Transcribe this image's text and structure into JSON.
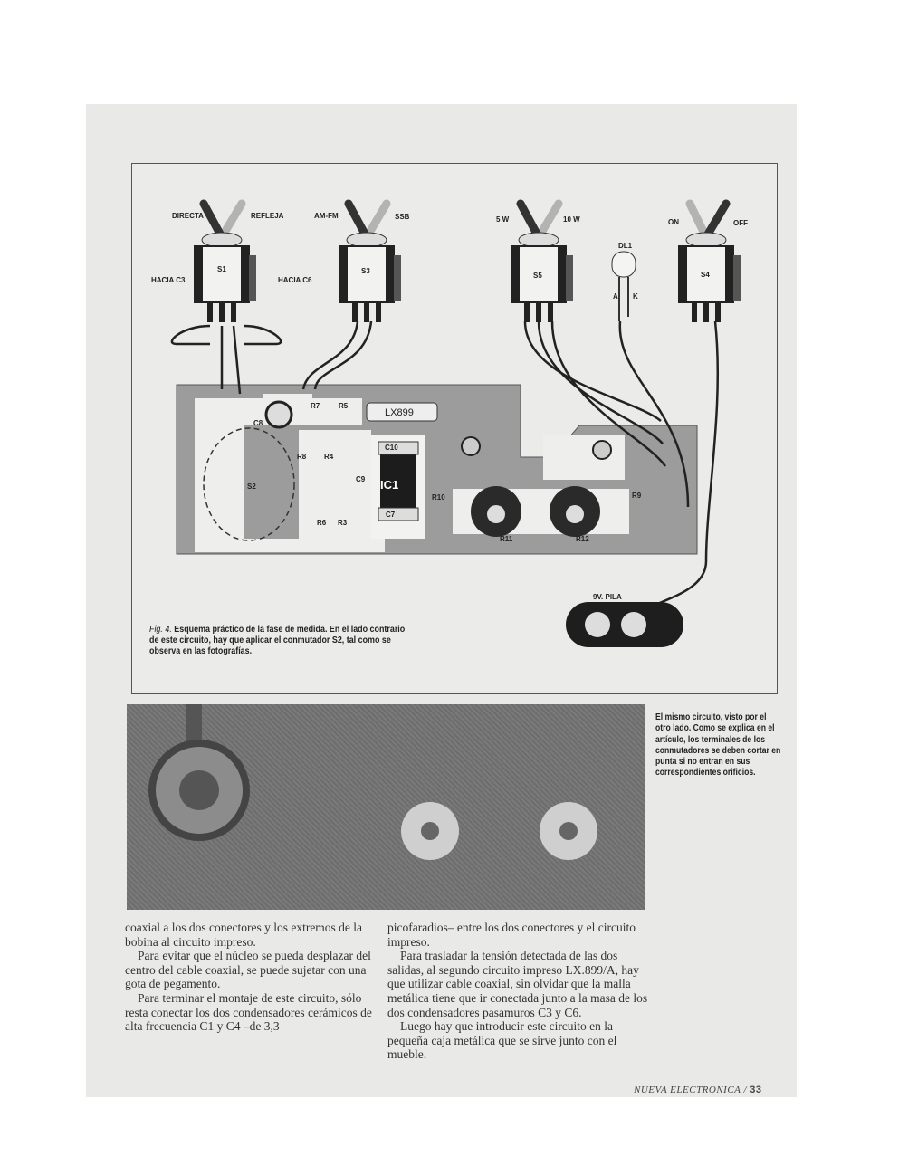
{
  "figure": {
    "labels": {
      "s1_left": "DIRECTA",
      "s1_right": "REFLEJA",
      "s1": "S1",
      "to_c3": "HACIA C3",
      "to_c6": "HACIA C6",
      "s3_left": "AM-FM",
      "s3_right": "SSB",
      "s3": "S3",
      "s5_left": "5 W",
      "s5_right": "10 W",
      "s5": "S5",
      "led": "DL1",
      "led_a": "A",
      "led_k": "K",
      "s4_left": "ON",
      "s4_right": "OFF",
      "s4": "S4",
      "pcb_code": "LX899",
      "c8": "C8",
      "r7": "R7",
      "r5": "R5",
      "r8": "R8",
      "r4": "R4",
      "c10": "C10",
      "ic1": "IC1",
      "c9": "C9",
      "c7": "C7",
      "r10": "R10",
      "r6": "R6",
      "r3": "R3",
      "s2": "S2",
      "r11": "R11",
      "r12": "R12",
      "r9": "R9",
      "battery": "9V. PILA"
    },
    "caption_prefix": "Fig. 4.",
    "caption": "Esquema práctico de la fase de medida. En el lado contrario de este circuito, hay que aplicar el conmutador S2, tal como se observa en las fotografías."
  },
  "photo_caption": "El mismo circuito, visto por el otro lado. Como se explica en el artículo, los terminales de los conmutadores se deben cortar en punta si no entran en sus correspondientes orificios.",
  "body": {
    "left": [
      "coaxial a los dos conectores y los extremos de la bobina al circuito impreso.",
      "Para evitar que el núcleo se pueda desplazar del centro del cable coaxial, se puede sujetar con una gota de pegamento.",
      "Para terminar el montaje de este circuito, sólo resta conectar los dos condensadores cerámicos de alta frecuencia C1 y C4 –de 3,3"
    ],
    "right": [
      "picofaradios– entre los dos conectores y el circuito impreso.",
      "Para trasladar la tensión detectada de las dos salidas, al segundo circuito impreso LX.899/A, hay que utilizar cable coaxial, sin olvidar que la malla metálica tiene que ir conectada junto a la masa de los dos condensadores pasamuros C3 y C6.",
      "Luego hay que introducir este circuito en la pequeña caja metálica que se sirve junto con el mueble."
    ]
  },
  "footer": {
    "magazine": "NUEVA ELECTRONICA /",
    "page": "33"
  }
}
